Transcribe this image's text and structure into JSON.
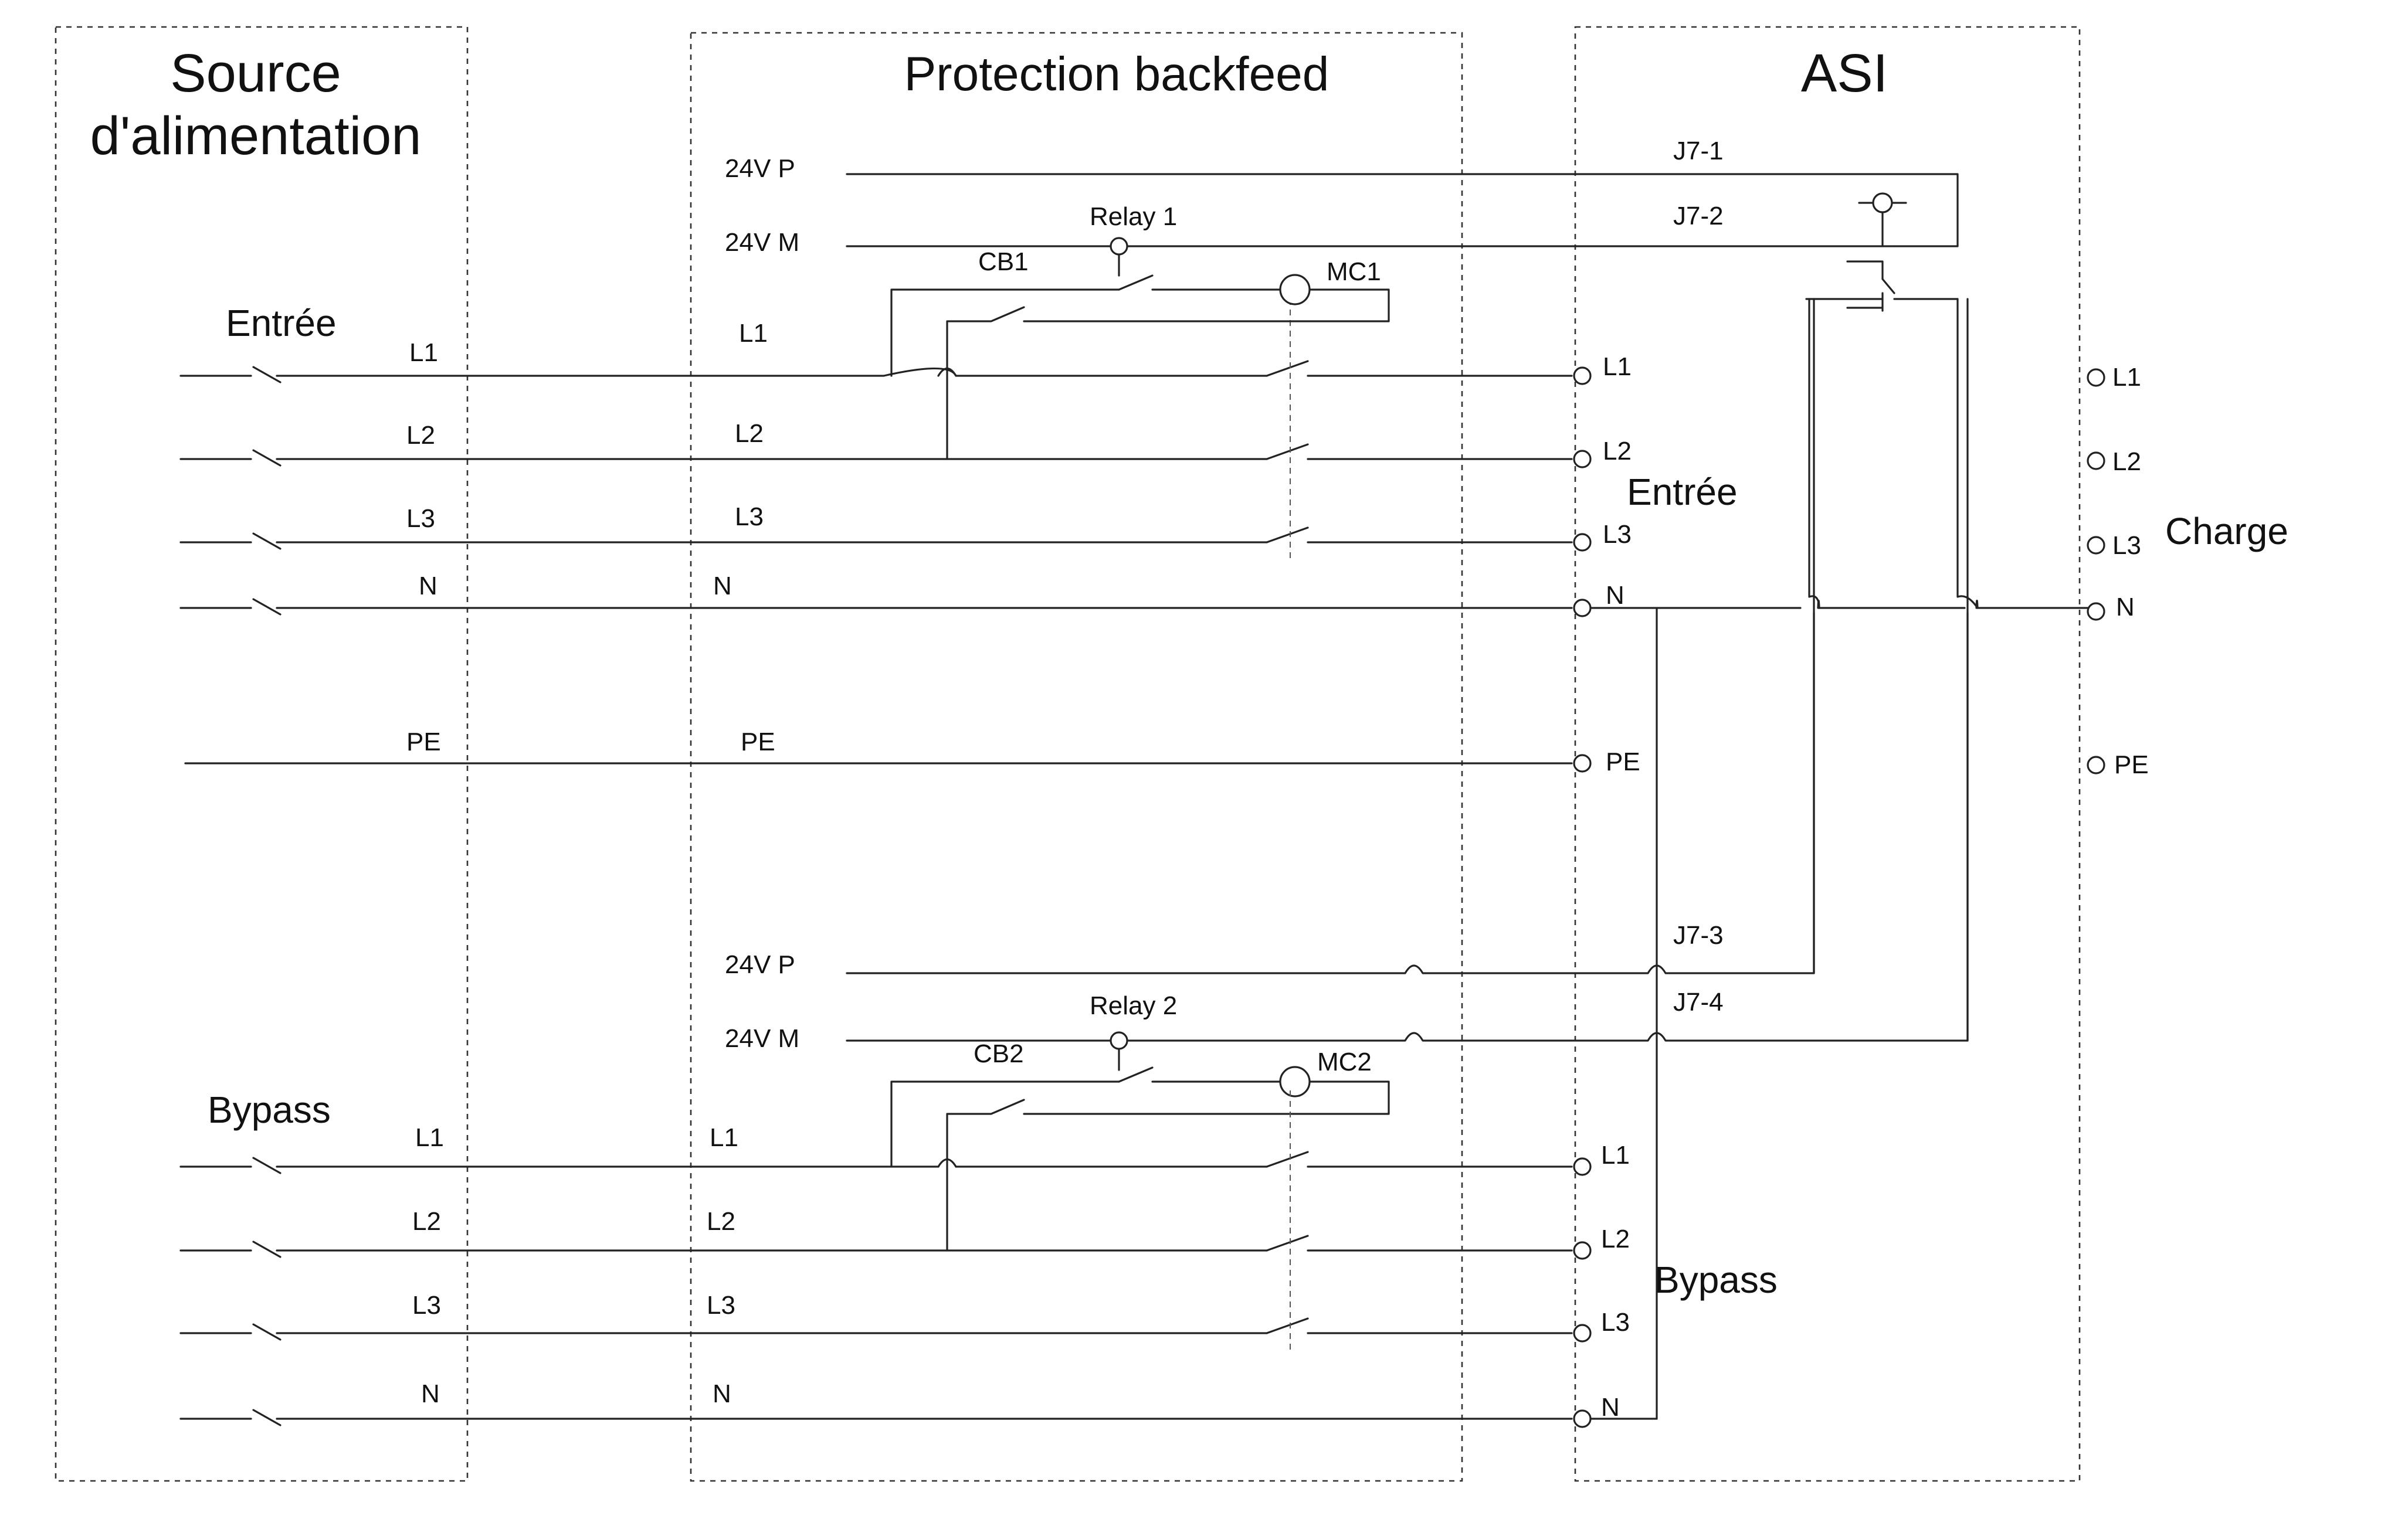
{
  "panels": {
    "source": [
      "Source",
      "d'alimentation"
    ],
    "protection": "Protection backfeed",
    "asi": "ASI"
  },
  "groups": {
    "entree": "Entrée",
    "bypass": "Bypass",
    "asi_entree": "Entrée",
    "asi_bypass": "Bypass",
    "charge": "Charge"
  },
  "labels": {
    "L1": "L1",
    "L2": "L2",
    "L3": "L3",
    "N": "N",
    "PE": "PE",
    "v24p": "24V P",
    "v24m": "24V M"
  },
  "components": {
    "relay1": "Relay 1",
    "relay2": "Relay 2",
    "cb1": "CB1",
    "cb2": "CB2",
    "mc1": "MC1",
    "mc2": "MC2"
  },
  "connectors": {
    "j71": "J7-1",
    "j72": "J7-2",
    "j73": "J7-3",
    "j74": "J7-4"
  }
}
